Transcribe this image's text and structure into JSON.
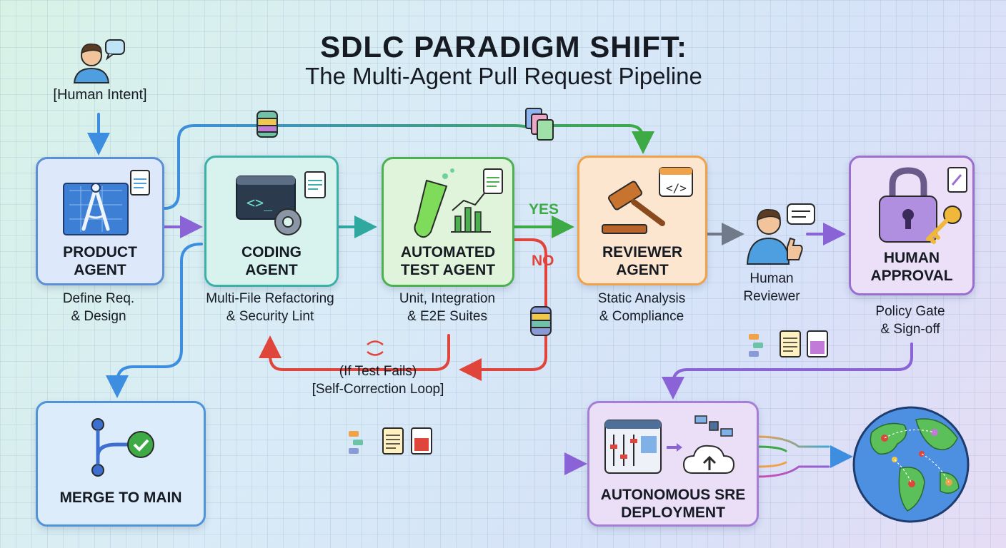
{
  "title": "SDLC PARADIGM SHIFT:",
  "subtitle": "The Multi-Agent Pull Request Pipeline",
  "human_intent": "[Human Intent]",
  "boxes": {
    "product": {
      "l1": "PRODUCT",
      "l2": "AGENT",
      "caption1": "Define Req.",
      "caption2": "& Design"
    },
    "coding": {
      "l1": "CODING",
      "l2": "AGENT",
      "caption1": "Multi-File Refactoring",
      "caption2": "& Security Lint"
    },
    "test": {
      "l1": "AUTOMATED",
      "l2": "TEST AGENT",
      "caption1": "Unit, Integration",
      "caption2": "& E2E Suites"
    },
    "reviewer": {
      "l1": "REVIEWER",
      "l2": "AGENT",
      "caption1": "Static Analysis",
      "caption2": "& Compliance"
    },
    "approval": {
      "l1": "HUMAN",
      "l2": "APPROVAL",
      "caption1": "Policy Gate",
      "caption2": "& Sign-off"
    },
    "merge": {
      "l1": "MERGE TO MAIN"
    },
    "sre": {
      "l1": "AUTONOMOUS SRE",
      "l2": "DEPLOYMENT"
    }
  },
  "human_reviewer": {
    "l1": "Human",
    "l2": "Reviewer"
  },
  "yes_label": "YES",
  "no_label": "NO",
  "loop": {
    "l1": "(If Test Fails)",
    "l2": "[Self-Correction Loop]"
  },
  "colors": {
    "product": "#5b8fd6",
    "coding": "#3ab0a8",
    "test": "#4cb050",
    "reviewer": "#f0a24a",
    "approval": "#9b6fd0",
    "merge": "#4f93d8",
    "sre": "#a57fd6",
    "no": "#e0453c"
  }
}
